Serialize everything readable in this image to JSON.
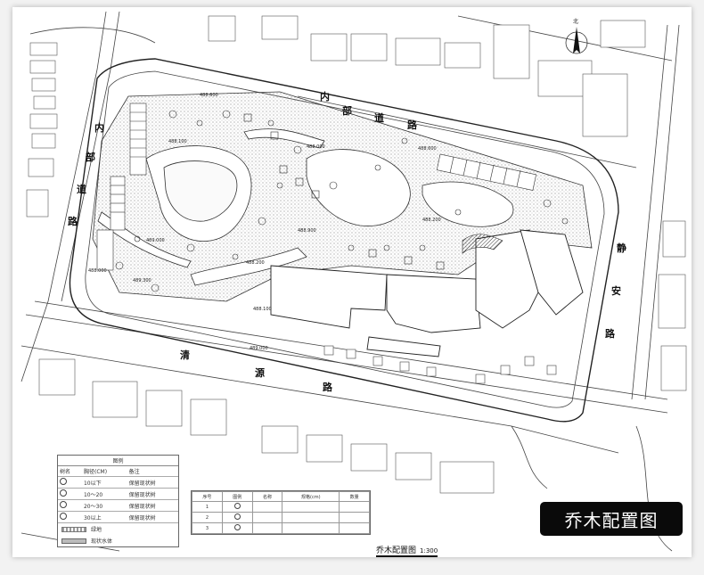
{
  "badge_title": "乔木配置图",
  "plan_caption": "乔木配置图",
  "plan_scale": "1:300",
  "north_label": "北",
  "roads": {
    "top": [
      "内",
      "部",
      "道",
      "路"
    ],
    "left": [
      "内",
      "部",
      "道",
      "路"
    ],
    "right": [
      "静",
      "安",
      "路"
    ],
    "bottom": [
      "清",
      "源",
      "路"
    ]
  },
  "elevations": [
    "488.600",
    "488.000",
    "488.600",
    "488.200",
    "488.000",
    "489.000",
    "488.200",
    "489.300",
    "488.900",
    "488.100",
    "489.000",
    "488.100"
  ],
  "legend": {
    "title": "图例",
    "headers": [
      "树名",
      "胸径(CM)",
      "备注"
    ],
    "rows": [
      [
        "",
        "10以下",
        "保留现状树"
      ],
      [
        "",
        "10～20",
        "保留现状树"
      ],
      [
        "",
        "20～30",
        "保留现状树"
      ],
      [
        "",
        "30以上",
        "保留现状树"
      ]
    ],
    "extras": [
      "绿地",
      "现状水体"
    ]
  },
  "tree_table": {
    "headers": [
      "序号",
      "图例",
      "名称",
      "规格(cm)",
      "数量"
    ],
    "rows": [
      [
        "1",
        "",
        "",
        "",
        ""
      ],
      [
        "2",
        "",
        "",
        "",
        ""
      ],
      [
        "3",
        "",
        "",
        "",
        ""
      ]
    ]
  }
}
